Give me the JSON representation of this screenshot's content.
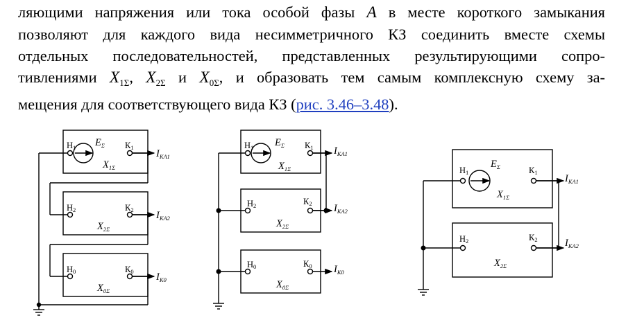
{
  "paragraph": {
    "line1": "ляющими напряжения или тока особой фазы",
    "line1_var": "A",
    "line1_tail": "в месте короткого замыкания",
    "line2": "позволяют для каждого вида несимметричного КЗ соединить вместе схемы",
    "line3": "отдельных последовательностей, представленных результирующими сопро-",
    "line4_a": "тивлениями",
    "x_symbol": "X",
    "x1_sub": "1Σ",
    "x2_sub": "2Σ",
    "x0_sub": "0Σ",
    "and_word": "и",
    "line4_tail": ", и образовать тем самым комплексную схему за-",
    "line5_a": "мещения для соответствующего вида КЗ (",
    "line5_link": "рис. 3.46–3.48",
    "line5_b": ")."
  },
  "diagrams": {
    "emf_label": "E",
    "emf_sub": "Σ",
    "node_start_1": "Н",
    "node_start_1_sub": "1",
    "node_start_2": "Н",
    "node_start_2_sub": "2",
    "node_start_0": "Н",
    "node_start_0_sub": "0",
    "node_end_1": "К",
    "node_end_1_sub": "1",
    "node_end_2": "К",
    "node_end_2_sub": "2",
    "node_end_0": "К",
    "node_end_0_sub": "0",
    "x_label": "X",
    "x1_sub": "1Σ",
    "x2_sub": "2Σ",
    "x0_sub": "0Σ",
    "current_label": "I",
    "current_1_sub": "КА1",
    "current_2_sub": "КА2",
    "current_0_sub": "К0"
  }
}
